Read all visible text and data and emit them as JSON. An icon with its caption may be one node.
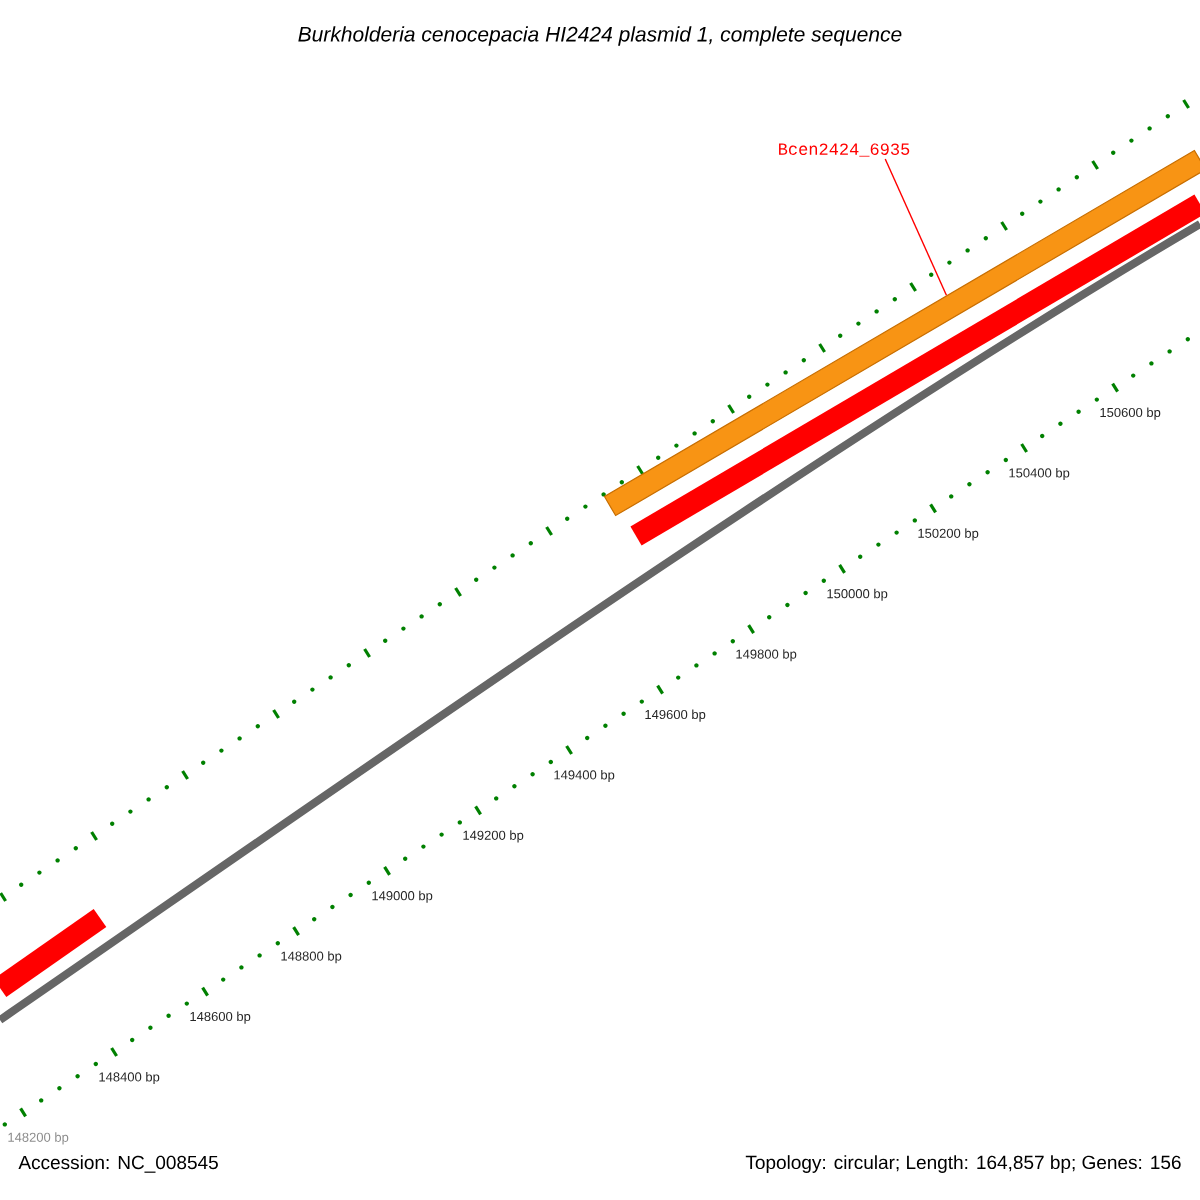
{
  "diagram": {
    "title": "Burkholderia cenocepacia HI2424 plasmid 1, complete sequence",
    "nodes": [
      {
        "text": [
          "Bcen2424_6935"
        ]
      },
      {
        "text": [],
        "shape": "bar"
      }
    ],
    "edges": [
      {
        "from": 0,
        "to": 1,
        "arrow": "none",
        "color": "#ff0000"
      }
    ],
    "labels": [
      "148200 bp",
      "148400 bp",
      "148600 bp",
      "148800 bp",
      "149000 bp",
      "149200 bp",
      "149400 bp",
      "149600 bp",
      "149800 bp",
      "150000 bp",
      "150200 bp",
      "150400 bp",
      "150600 bp",
      "Accession: NC_008545",
      "Topology: circular; Length: 164,857 bp; Genes: 156"
    ]
  }
}
